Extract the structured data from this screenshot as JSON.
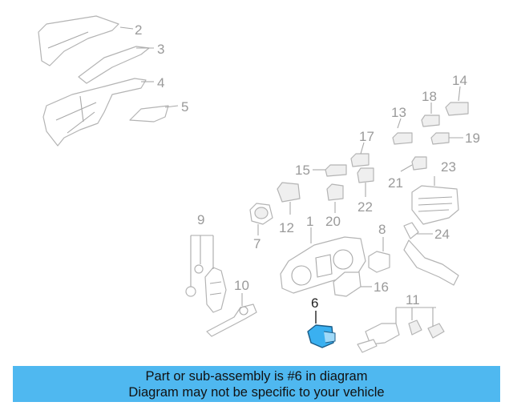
{
  "diagram": {
    "callouts": [
      "2",
      "3",
      "4",
      "5",
      "6",
      "7",
      "8",
      "9",
      "10",
      "11",
      "12",
      "13",
      "14",
      "15",
      "16",
      "17",
      "18",
      "19",
      "20",
      "21",
      "22",
      "23",
      "24",
      "1"
    ],
    "highlight_callout": "6",
    "highlight_color": "#3ab0f0"
  },
  "banner": {
    "line1": "Part or sub-assembly is #6 in diagram",
    "line2": "Diagram may not be specific to your vehicle",
    "color": "#4fb8f0"
  }
}
